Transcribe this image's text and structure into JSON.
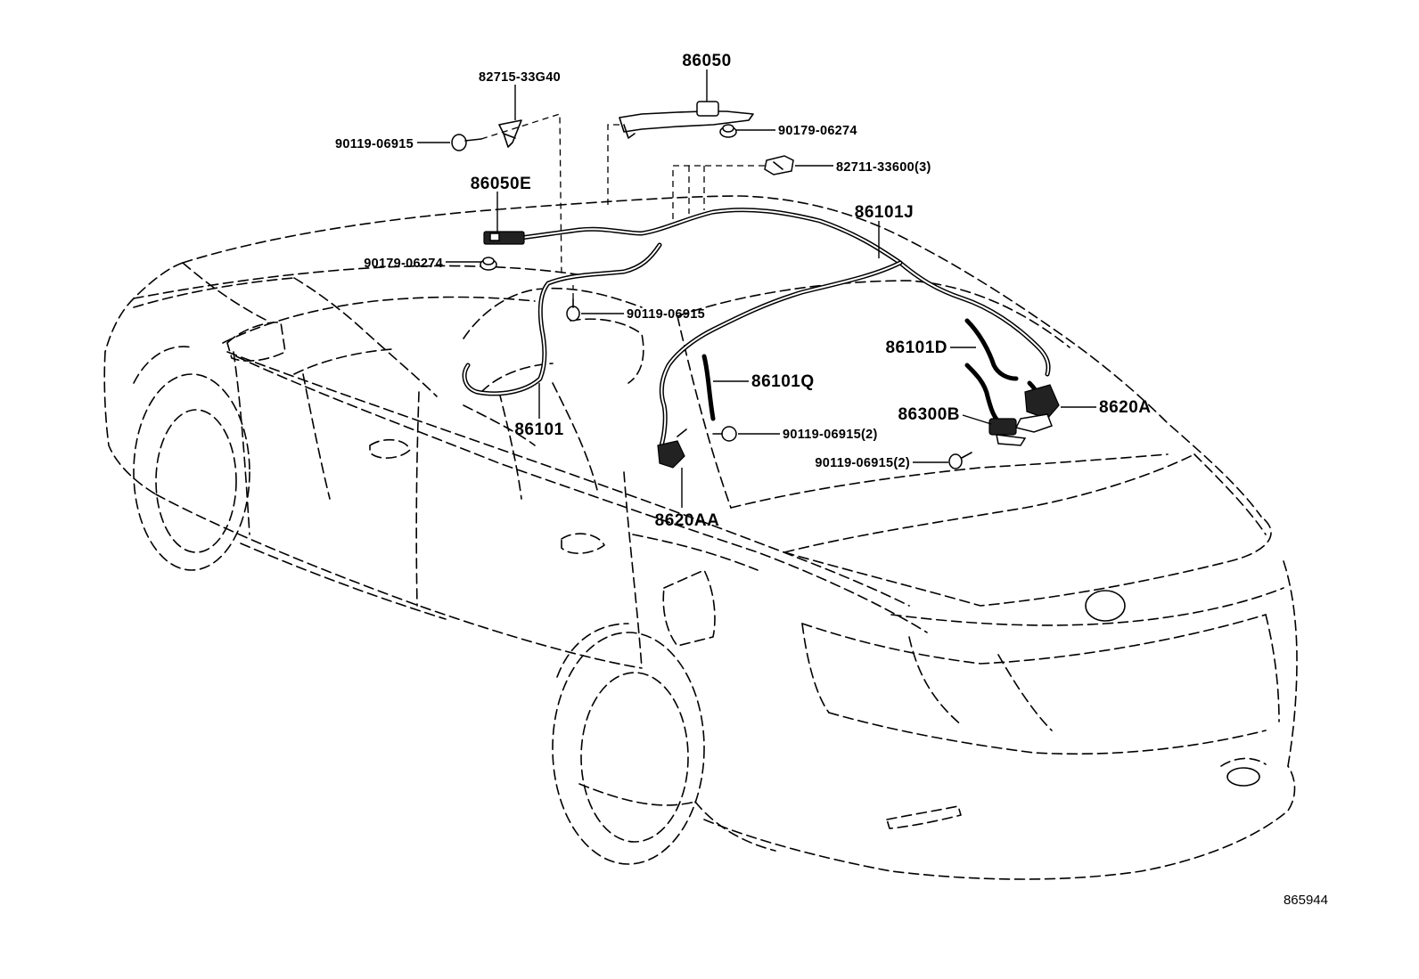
{
  "diagram": {
    "reference_number": "865944",
    "callouts": {
      "p86050": "86050",
      "p82715": "82715-33G40",
      "p90119_a": "90119-06915",
      "p90179_a": "90179-06274",
      "p82711": "82711-33600(3)",
      "p86050E": "86050E",
      "p86101J": "86101J",
      "p90179_b": "90179-06274",
      "p90119_b": "90119-06915",
      "p86101D": "86101D",
      "p86101Q": "86101Q",
      "p8620A": "8620A",
      "p86300B": "86300B",
      "p86101": "86101",
      "p90119_c": "90119-06915(2)",
      "p90119_d": "90119-06915(2)",
      "p8620AA": "8620AA"
    }
  }
}
